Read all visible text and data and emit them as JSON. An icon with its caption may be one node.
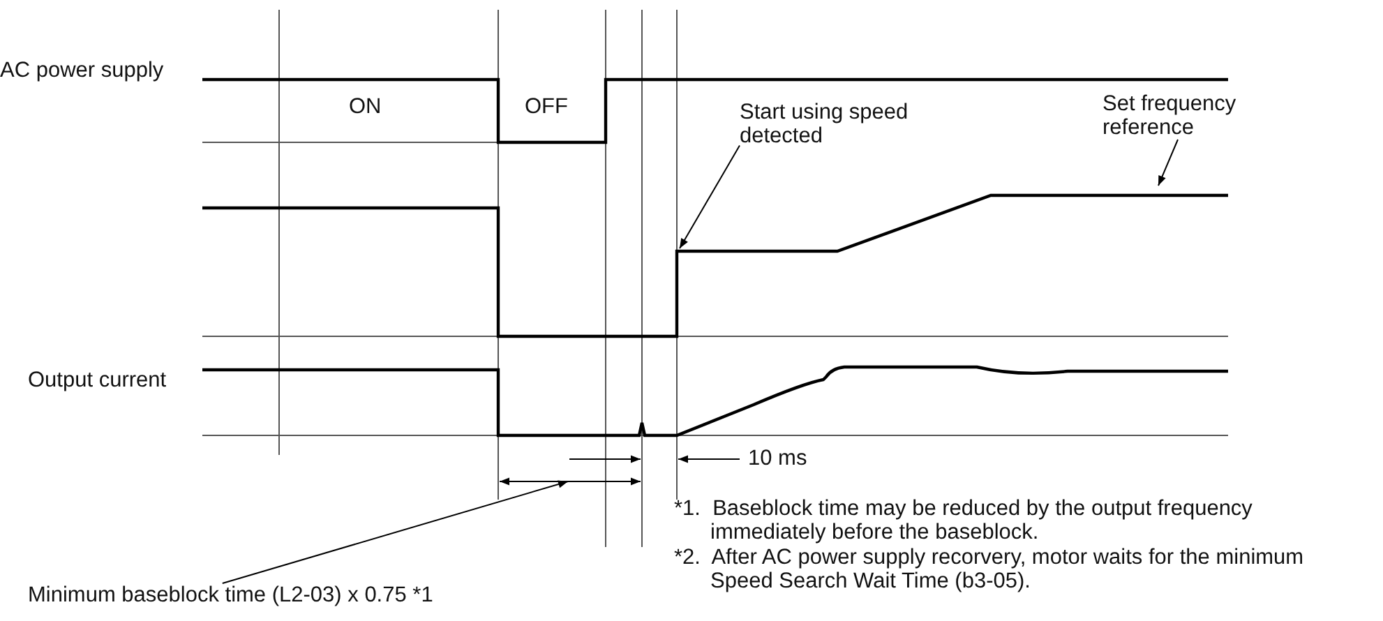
{
  "diagram": {
    "nodes": [
      {
        "text": [
          "Start using speed detected"
        ]
      },
      {
        "text": [
          "Set frequency reference"
        ]
      },
      {
        "text": [
          "Minimum baseblock time (L2-03) x 0.75 *1"
        ]
      }
    ],
    "edges": [
      {
        "from": 0,
        "to": null,
        "arrow": "to"
      },
      {
        "from": 1,
        "to": null,
        "arrow": "to"
      },
      {
        "from": 2,
        "to": null,
        "arrow": "to"
      }
    ],
    "labels": [
      "AC power supply",
      "ON",
      "OFF",
      "Output current",
      "10 ms",
      "*1.  Baseblock time may be reduced by the output frequency immediately before the baseblock.",
      "*2.  After AC power supply recorvery, motor waits for the minimum Speed Search Wait Time (b3-05)."
    ]
  }
}
